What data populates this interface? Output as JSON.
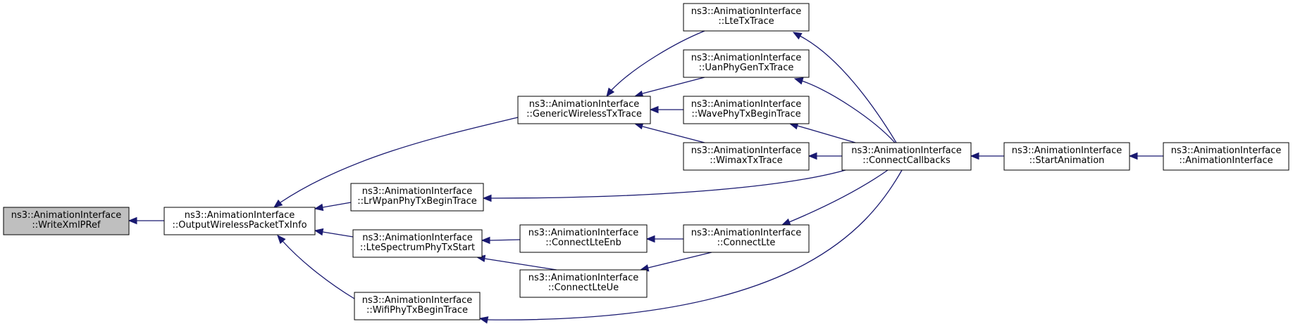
{
  "colors": {
    "edge": "#191970",
    "node_fill": "#ffffff",
    "highlight_fill": "#bfbfbf",
    "border": "#000000"
  },
  "nodes": [
    {
      "id": "writexmlpref",
      "lines": [
        "ns3::AnimationInterface",
        "::WriteXmlPRef"
      ],
      "highlight": true
    },
    {
      "id": "outputwirelesspackettxinfo",
      "lines": [
        "ns3::AnimationInterface",
        "::OutputWirelessPacketTxInfo"
      ]
    },
    {
      "id": "genericwirelesstxtrace",
      "lines": [
        "ns3::AnimationInterface",
        "::GenericWirelessTxTrace"
      ]
    },
    {
      "id": "lrwpanphytxbegintrace",
      "lines": [
        "ns3::AnimationInterface",
        "::LrWpanPhyTxBeginTrace"
      ]
    },
    {
      "id": "ltespectrumphytxstart",
      "lines": [
        "ns3::AnimationInterface",
        "::LteSpectrumPhyTxStart"
      ]
    },
    {
      "id": "wifiphytxbegintrace",
      "lines": [
        "ns3::AnimationInterface",
        "::WifiPhyTxBeginTrace"
      ]
    },
    {
      "id": "ltetxtrace",
      "lines": [
        "ns3::AnimationInterface",
        "::LteTxTrace"
      ]
    },
    {
      "id": "uanphygentxtrace",
      "lines": [
        "ns3::AnimationInterface",
        "::UanPhyGenTxTrace"
      ]
    },
    {
      "id": "wavephytxbegintrace",
      "lines": [
        "ns3::AnimationInterface",
        "::WavePhyTxBeginTrace"
      ]
    },
    {
      "id": "wimaxtxtrace",
      "lines": [
        "ns3::AnimationInterface",
        "::WimaxTxTrace"
      ]
    },
    {
      "id": "connectlteenb",
      "lines": [
        "ns3::AnimationInterface",
        "::ConnectLteEnb"
      ]
    },
    {
      "id": "connectlteue",
      "lines": [
        "ns3::AnimationInterface",
        "::ConnectLteUe"
      ]
    },
    {
      "id": "connectlte",
      "lines": [
        "ns3::AnimationInterface",
        "::ConnectLte"
      ]
    },
    {
      "id": "connectcallbacks",
      "lines": [
        "ns3::AnimationInterface",
        "::ConnectCallbacks"
      ]
    },
    {
      "id": "startanimation",
      "lines": [
        "ns3::AnimationInterface",
        "::StartAnimation"
      ]
    },
    {
      "id": "animationinterface",
      "lines": [
        "ns3::AnimationInterface",
        "::AnimationInterface"
      ]
    }
  ],
  "edges": [
    {
      "from": "outputwirelesspackettxinfo",
      "to": "writexmlpref"
    },
    {
      "from": "genericwirelesstxtrace",
      "to": "outputwirelesspackettxinfo"
    },
    {
      "from": "lrwpanphytxbegintrace",
      "to": "outputwirelesspackettxinfo"
    },
    {
      "from": "ltespectrumphytxstart",
      "to": "outputwirelesspackettxinfo"
    },
    {
      "from": "wifiphytxbegintrace",
      "to": "outputwirelesspackettxinfo"
    },
    {
      "from": "ltetxtrace",
      "to": "genericwirelesstxtrace"
    },
    {
      "from": "uanphygentxtrace",
      "to": "genericwirelesstxtrace"
    },
    {
      "from": "wavephytxbegintrace",
      "to": "genericwirelesstxtrace"
    },
    {
      "from": "wimaxtxtrace",
      "to": "genericwirelesstxtrace"
    },
    {
      "from": "connectlteenb",
      "to": "ltespectrumphytxstart"
    },
    {
      "from": "connectlteue",
      "to": "ltespectrumphytxstart"
    },
    {
      "from": "connectlte",
      "to": "connectlteenb"
    },
    {
      "from": "connectlte",
      "to": "connectlteue"
    },
    {
      "from": "connectcallbacks",
      "to": "ltetxtrace"
    },
    {
      "from": "connectcallbacks",
      "to": "uanphygentxtrace"
    },
    {
      "from": "connectcallbacks",
      "to": "wavephytxbegintrace"
    },
    {
      "from": "connectcallbacks",
      "to": "wimaxtxtrace"
    },
    {
      "from": "connectcallbacks",
      "to": "lrwpanphytxbegintrace"
    },
    {
      "from": "connectcallbacks",
      "to": "connectlte"
    },
    {
      "from": "connectcallbacks",
      "to": "wifiphytxbegintrace"
    },
    {
      "from": "startanimation",
      "to": "connectcallbacks"
    },
    {
      "from": "animationinterface",
      "to": "startanimation"
    }
  ]
}
